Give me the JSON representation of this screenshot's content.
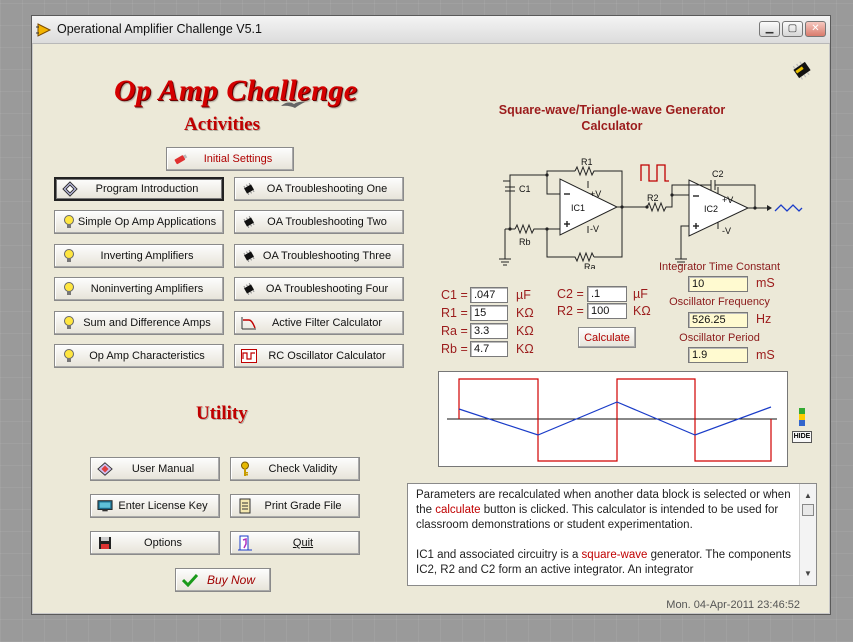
{
  "window": {
    "title": "Operational Amplifier Challenge V5.1"
  },
  "header": {
    "title": "Op Amp Challenge",
    "activities": "Activities",
    "utility": "Utility"
  },
  "buttons": {
    "initial_settings": "Initial Settings",
    "activities_left": [
      "Program Introduction",
      "Simple Op Amp Applications",
      "Inverting Amplifiers",
      "Noninverting Amplifiers",
      "Sum and Difference Amps",
      "Op Amp Characteristics"
    ],
    "activities_right": [
      "OA Troubleshooting One",
      "OA Troubleshooting Two",
      "OA Troubleshooting Three",
      "OA Troubleshooting Four",
      "Active Filter Calculator",
      "RC Oscillator Calculator"
    ],
    "user_manual": "User Manual",
    "check_validity": "Check Validity",
    "enter_license": "Enter License Key",
    "print_grade": "Print Grade File",
    "options": "Options",
    "quit": "Quit",
    "buy_now": "Buy Now"
  },
  "calculator": {
    "title": "Square-wave/Triangle-wave Generator Calculator",
    "schematic": {
      "c1": "C1",
      "r1": "R1",
      "rb": "Rb",
      "ra": "Ra",
      "ic1": "IC1",
      "r2": "R2",
      "c2": "C2",
      "ic2": "IC2",
      "plusv": "+V",
      "minusv": "-V"
    },
    "params": [
      {
        "label": "C1 =",
        "value": ".047",
        "unit": "µF"
      },
      {
        "label": "R1 =",
        "value": "15",
        "unit": "KΩ"
      },
      {
        "label": "Ra =",
        "value": "3.3",
        "unit": "KΩ"
      },
      {
        "label": "Rb =",
        "value": "4.7",
        "unit": "KΩ"
      }
    ],
    "params2": [
      {
        "label": "C2 =",
        "value": ".1",
        "unit": "µF"
      },
      {
        "label": "R2 =",
        "value": "100",
        "unit": "KΩ"
      }
    ],
    "calculate": "Calculate",
    "integrator_label": "Integrator Time Constant",
    "integrator_value": "10",
    "integrator_unit": "mS",
    "freq_label": "Oscillator Frequency",
    "freq_value": "526.25",
    "freq_unit": "Hz",
    "period_label": "Oscillator Period",
    "period_value": "1.9",
    "period_unit": "mS",
    "hide": "HIDE"
  },
  "description": {
    "p1_a": "Parameters are recalculated when another data block is selected or when the ",
    "p1_hl": "calculate",
    "p1_b": " button is clicked. This calculator is intended to be used for classroom demonstrations or student experimentation.",
    "p2_a": "IC1 and associated circuitry is a ",
    "p2_hl": "square-wave",
    "p2_b": " generator. The components IC2, R2 and C2 form an active integrator. An integrator"
  },
  "status": {
    "datetime": "Mon.  04-Apr-2011    23:46:52"
  },
  "colors": {
    "accent": "#c00000",
    "square": "#d00000",
    "triangle": "#1a3cc8"
  }
}
